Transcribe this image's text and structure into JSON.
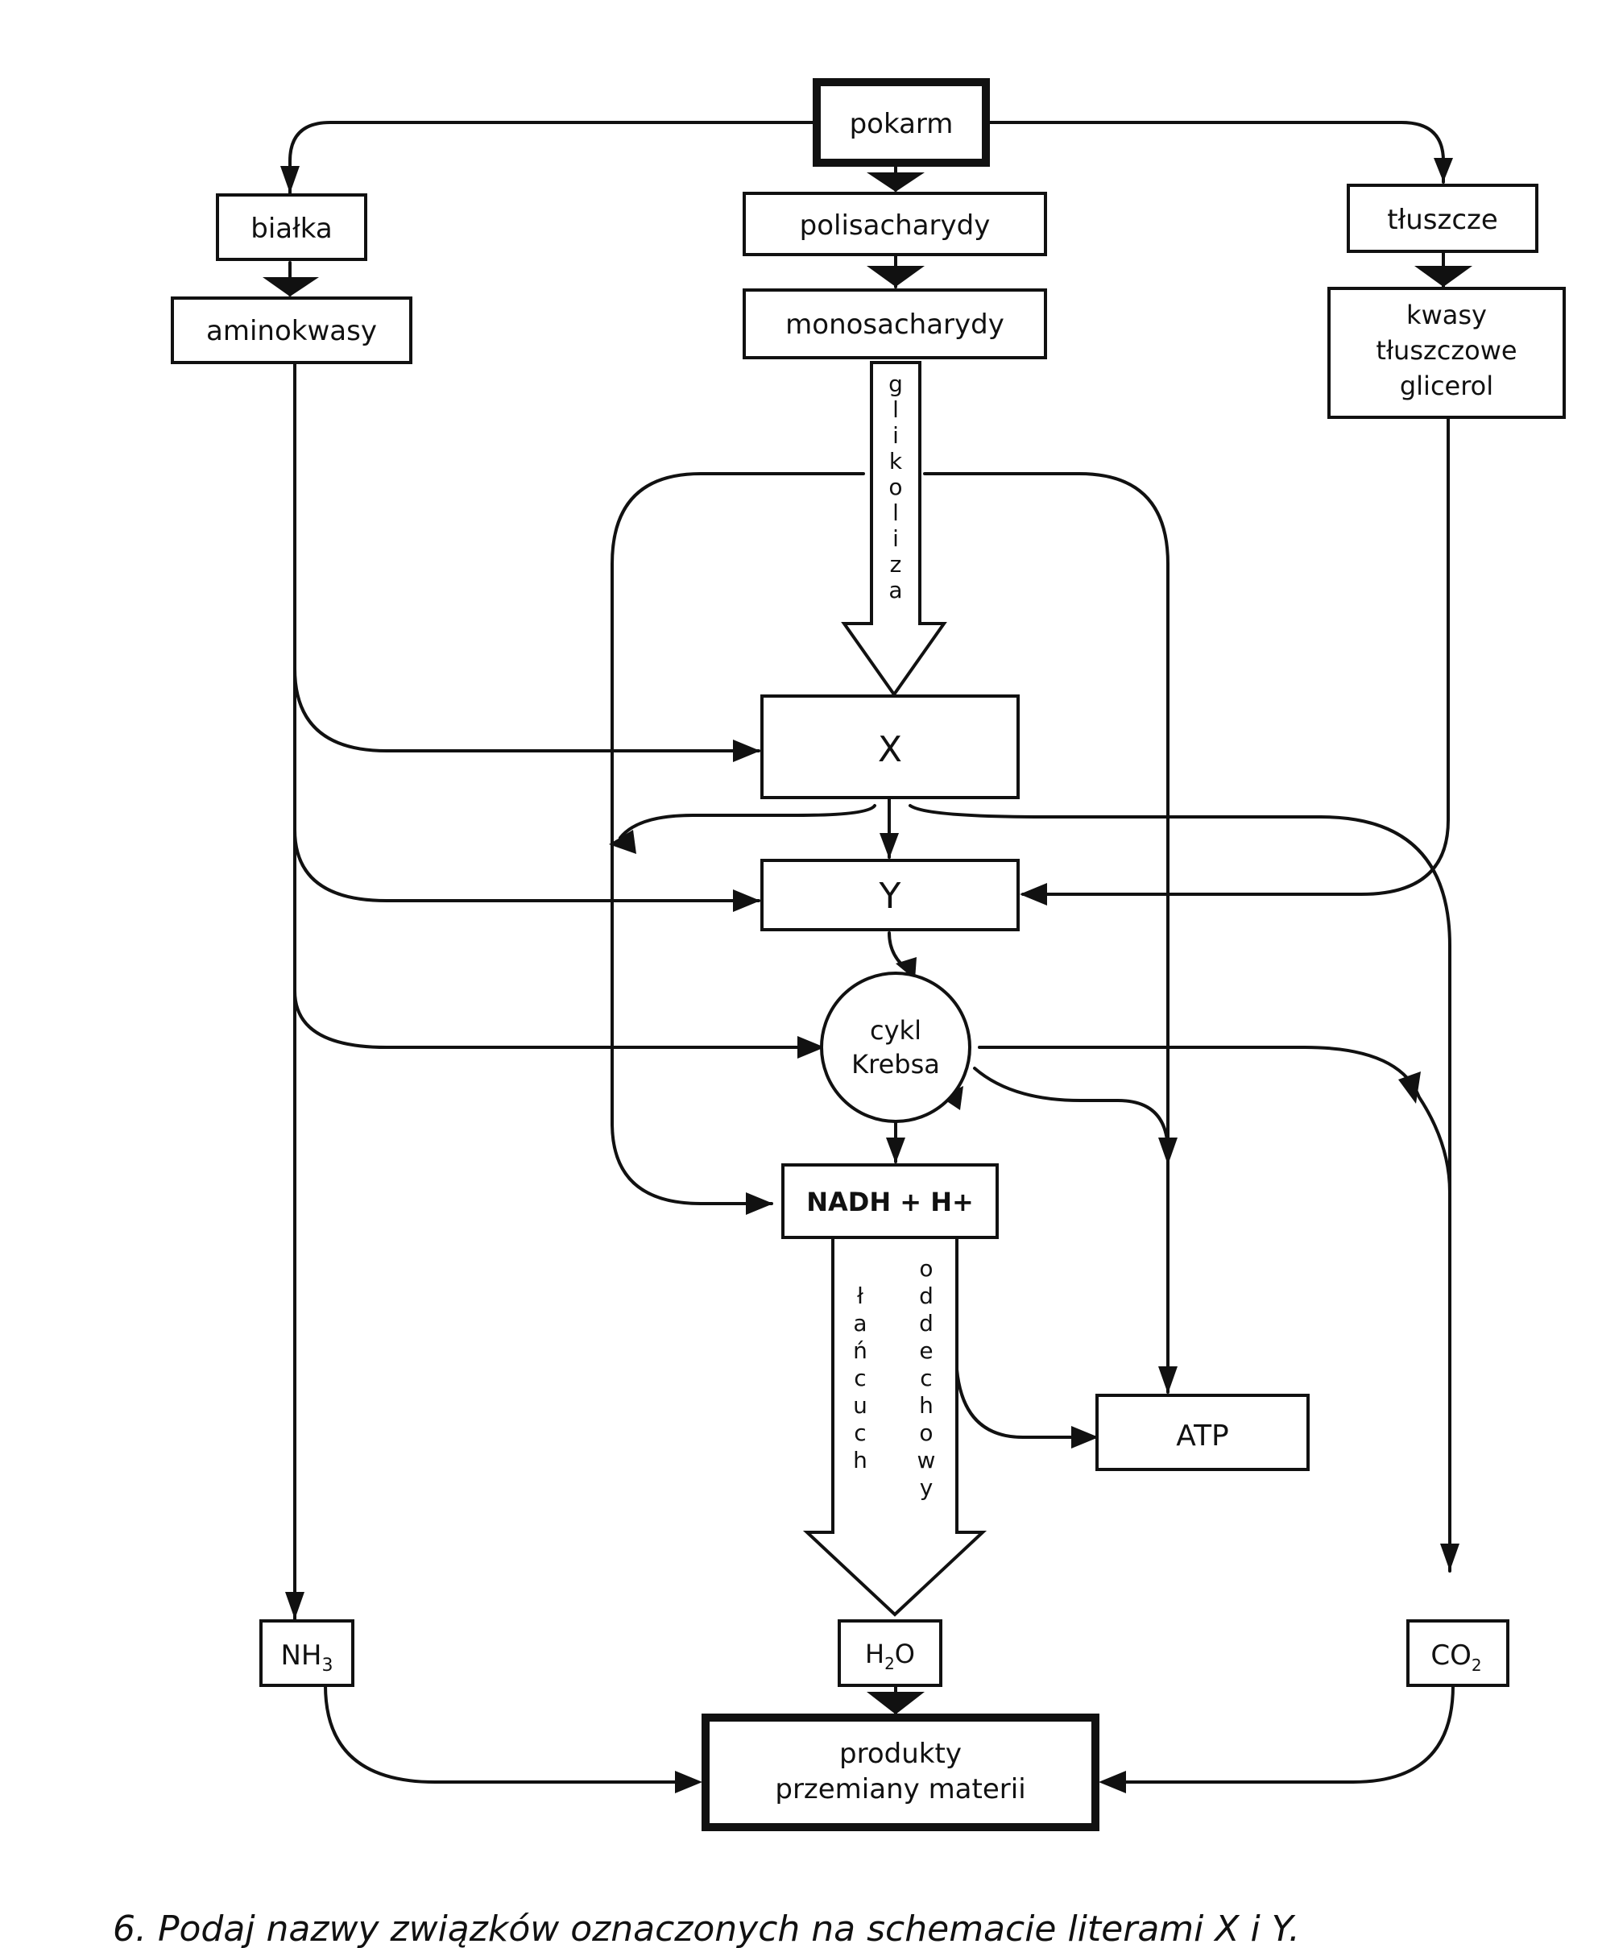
{
  "nodes": {
    "food": "pokarm",
    "proteins": "białka",
    "polysaccharides": "polisacharydy",
    "fats": "tłuszcze",
    "amino_acids": "aminokwasy",
    "monosaccharides": "monosacharydy",
    "fatty_acids_line1": "kwasy",
    "fatty_acids_line2": "tłuszczowe",
    "fatty_acids_line3": "glicerol",
    "x": "X",
    "y": "Y",
    "krebs_line1": "cykl",
    "krebs_line2": "Krebsa",
    "nadh": "NADH + H+",
    "atp": "ATP",
    "nh3_main": "NH",
    "nh3_sub": "3",
    "h2o_h": "H",
    "h2o_sub": "2",
    "h2o_o": "O",
    "co2_main": "CO",
    "co2_sub": "2",
    "products_line1": "produkty",
    "products_line2": "przemiany materii"
  },
  "processes": {
    "glycolysis": [
      "g",
      "l",
      "i",
      "k",
      "o",
      "l",
      "i",
      "z",
      "a"
    ],
    "respiratory_chain_word1": [
      "ł",
      "a",
      "ń",
      "c",
      "u",
      "c",
      "h"
    ],
    "respiratory_chain_word2": [
      "o",
      "d",
      "d",
      "e",
      "c",
      "h",
      "o",
      "w",
      "y"
    ]
  },
  "caption": "6. Podaj nazwy związków oznaczonych na schemacie literami X i Y."
}
